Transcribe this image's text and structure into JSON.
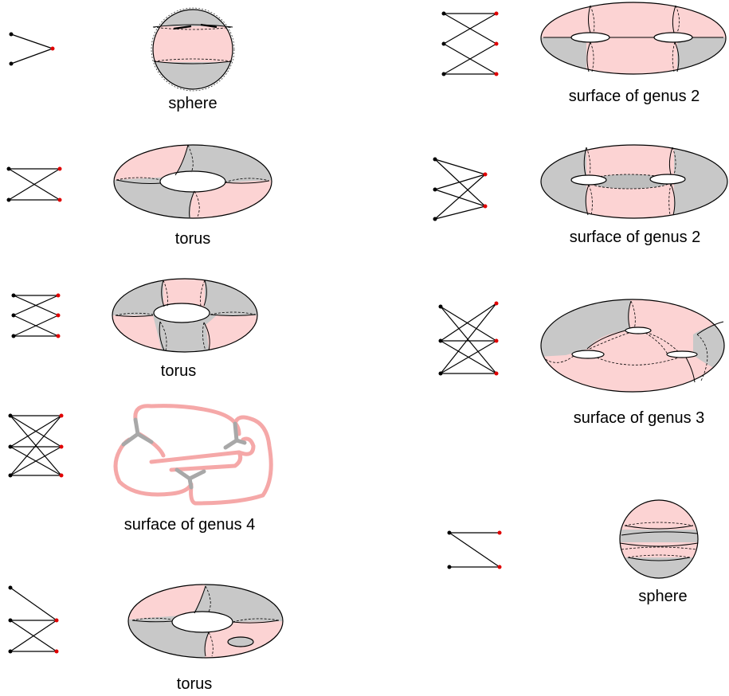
{
  "colors": {
    "pink": "#fcd3d3",
    "gray": "#c8c8c8",
    "red_vertex": "#e00000",
    "black_vertex": "#000000",
    "sketch_pink": "#f5a8a8",
    "sketch_gray": "#a8a8a8"
  },
  "labels": {
    "p1": "sphere",
    "p2": "torus",
    "p3": "torus",
    "p4": "surface of genus 4",
    "p5": "torus",
    "p6": "surface of genus 2",
    "p7": "surface of genus 2",
    "p8": "surface of genus 3",
    "p9": "sphere"
  }
}
